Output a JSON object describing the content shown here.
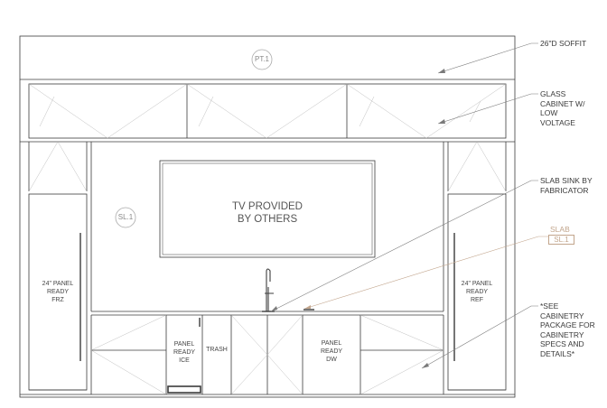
{
  "tags": {
    "paint": "PT.1",
    "slab": "SL.1"
  },
  "tv": {
    "line1": "TV PROVIDED",
    "line2": "BY OTHERS"
  },
  "appliances": {
    "freezer": [
      "24\" PANEL",
      "READY",
      "FRZ"
    ],
    "fridge": [
      "24\" PANEL",
      "READY",
      "REF"
    ],
    "ice": [
      "PANEL",
      "READY",
      "ICE"
    ],
    "trash": "TRASH",
    "dishwasher": [
      "PANEL",
      "READY",
      "DW"
    ]
  },
  "callouts": {
    "soffit": "26\"D SOFFIT",
    "glass": [
      "GLASS",
      "CABINET W/",
      "LOW",
      "VOLTAGE"
    ],
    "sink": [
      "SLAB SINK BY",
      "FABRICATOR"
    ],
    "slab_title": "SLAB",
    "slab_code": "SL.1",
    "see": [
      "*SEE",
      "CABINETRY",
      "PACKAGE FOR",
      "CABINETRY",
      "SPECS AND",
      "DETAILS*"
    ]
  },
  "colors": {
    "line": "#3c3c3c",
    "thin": "#9a9a9a",
    "slab_accent": "#c2a58c"
  }
}
